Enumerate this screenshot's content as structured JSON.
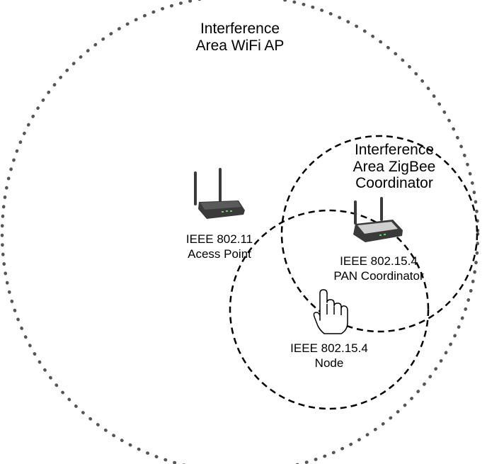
{
  "diagram": {
    "wifi_area_label": [
      "Interference",
      "Area WiFi AP"
    ],
    "zigbee_area_label": [
      "Interference",
      "Area ZigBee",
      "Coordinator"
    ],
    "access_point_label": [
      "IEEE 802.11",
      "Acess Point"
    ],
    "pan_coordinator_label": [
      "IEEE 802.15.4",
      "PAN Coordinator"
    ],
    "node_label": [
      "IEEE 802.15.4",
      "Node"
    ]
  },
  "icons": {
    "access_point": "wifi-router-icon",
    "pan_coordinator": "zigbee-router-icon",
    "node": "hand-pointer-icon"
  },
  "colors": {
    "stroke": "#000000",
    "dotted_stroke": "#555555",
    "router_body": "#3a3a3a"
  }
}
